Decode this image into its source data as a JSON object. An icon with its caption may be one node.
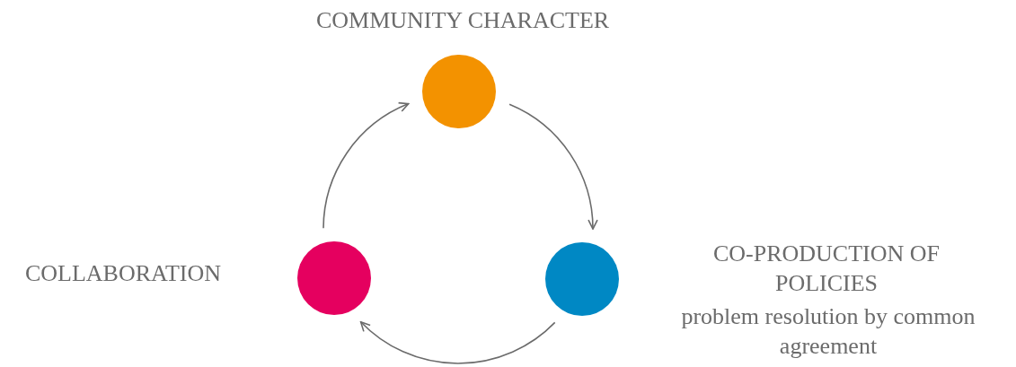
{
  "diagram": {
    "nodes": [
      {
        "text": [],
        "shape": "circle",
        "beside": [
          "COMMUNITY CHARACTER"
        ]
      },
      {
        "text": [],
        "shape": "circle",
        "beside": [
          "CO-PRODUCTION OF POLICIES",
          "problem resolution by common agreement"
        ]
      },
      {
        "text": [],
        "shape": "circle",
        "beside": [
          "COLLABORATION"
        ]
      }
    ],
    "edges": [
      {
        "from": 0,
        "to": 1,
        "arrow": "to"
      },
      {
        "from": 1,
        "to": 2,
        "arrow": "to"
      },
      {
        "from": 2,
        "to": 0,
        "arrow": "to"
      }
    ]
  }
}
